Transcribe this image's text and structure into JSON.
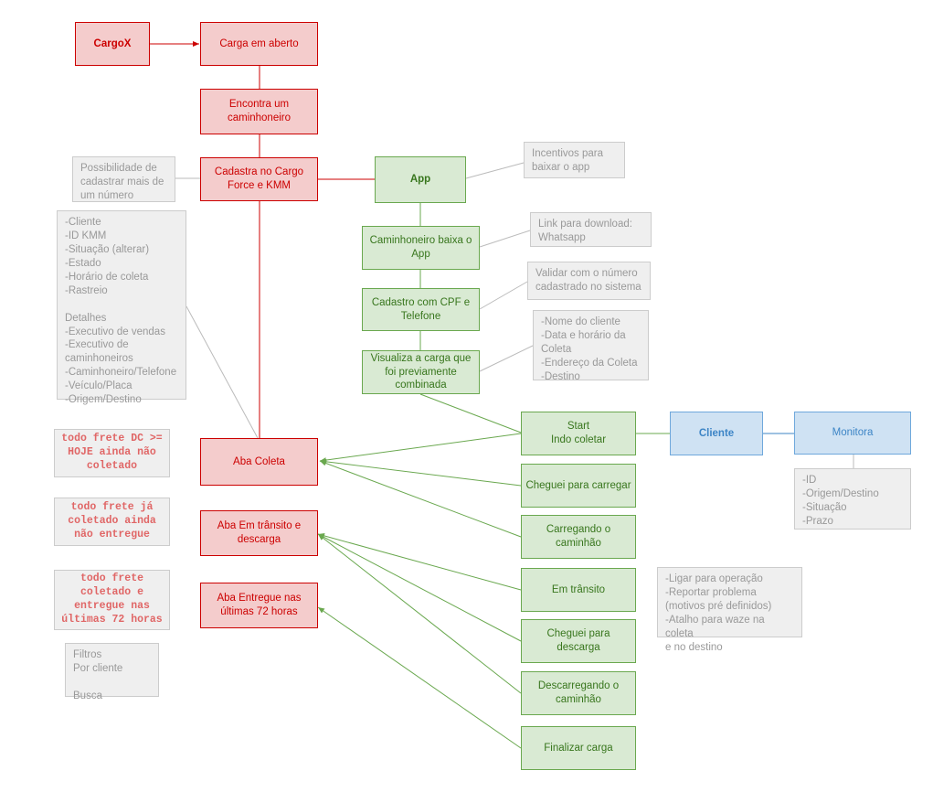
{
  "nodes": {
    "cargox": "CargoX",
    "carga_aberto": "Carga em aberto",
    "encontra": "Encontra um\ncaminhoneiro",
    "cadastra": "Cadastra no Cargo\nForce e KMM",
    "possibilidade": "Possibilidade de\ncadastrar mais de\num número",
    "campos_lista": "-Cliente\n-ID KMM\n-Situação (alterar)\n-Estado\n-Horário de coleta\n-Rastreio\n\nDetalhes\n-Executivo de vendas\n-Executivo de\ncaminhoneiros\n-Caminhoneiro/Telefone\n-Veículo/Placa\n-Origem/Destino",
    "app": "App",
    "incentivos": "Incentivos para\nbaixar o app",
    "baixa_app": "Caminhoneiro baixa o\nApp",
    "link_download": "Link para download:\nWhatsapp",
    "cadastro_cpf": "Cadastro com CPF e\nTelefone",
    "validar": "Validar com o número\ncadastrado no sistema",
    "visualiza": "Visualiza a carga que\nfoi previamente\ncombinada",
    "detalhes_carga": "-Nome do cliente\n-Data e horário da\nColeta\n-Endereço da Coleta\n-Destino",
    "start": "Start\nIndo coletar",
    "cliente": "Cliente",
    "monitora": "Monitora",
    "monitora_lista": "-ID\n-Origem/Destino\n-Situação\n-Prazo",
    "todo_dc": "todo frete DC >=\nHOJE ainda não\ncoletado",
    "aba_coleta": "Aba Coleta",
    "cheguei_carregar": "Cheguei para carregar",
    "todo_coletado": "todo frete já\ncoletado ainda\nnão entregue",
    "aba_transito": "Aba Em trânsito e\ndescarga",
    "carregando": "Carregando o\ncaminhão",
    "todo_entregue": "todo frete\ncoletado e\nentregue nas\núltimas 72 horas",
    "aba_entregue": "Aba Entregue nas\núltimas 72 horas",
    "em_transito": "Em trânsito",
    "acoes": "-Ligar para operação\n-Reportar problema\n(motivos pré definidos)\n-Atalho para waze na coleta\ne no destino",
    "cheguei_descarga": "Cheguei para\ndescarga",
    "filtros": "Filtros\nPor cliente\n\nBusca",
    "descarregando": "Descarregando o\ncaminhão",
    "finalizar": "Finalizar carga"
  },
  "colors": {
    "red": "#cc0000",
    "green": "#6aa84f",
    "blue": "#3d85c6",
    "gray_line": "#bbbbbb"
  }
}
